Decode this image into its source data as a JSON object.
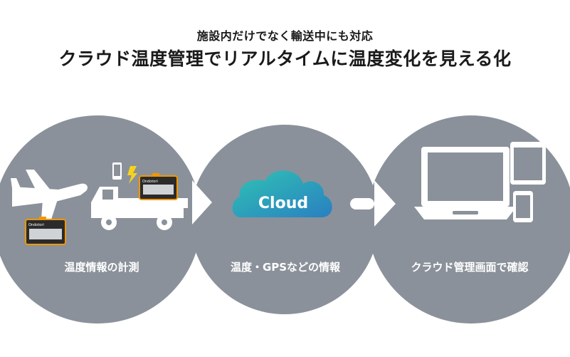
{
  "header": {
    "subtitle": "施設内だけでなく輸送中にも対応",
    "title": "クラウド温度管理でリアルタイムに温度変化を見える化"
  },
  "steps": [
    {
      "label": "温度情報の計測"
    },
    {
      "label": "温度・GPSなどの情報"
    },
    {
      "label": "クラウド管理画面で確認"
    }
  ],
  "cloud": {
    "label": "Cloud"
  },
  "device": {
    "brand": "Ondotori"
  },
  "colors": {
    "circle": "#8a919a",
    "icon": "#ffffff",
    "title": "#1a1a1a",
    "cloud_start": "#2fc3b4",
    "cloud_end": "#2a7fc1",
    "device_border": "#f29600",
    "device_body": "#2b2b2b",
    "lightning": "#f7d21c"
  }
}
